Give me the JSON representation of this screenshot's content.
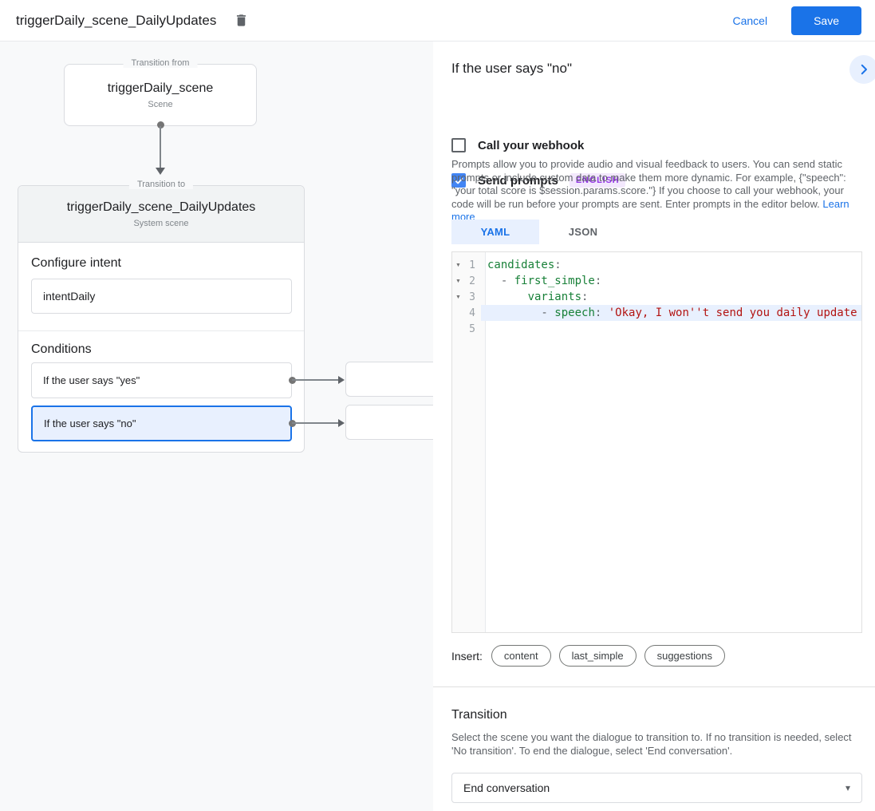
{
  "colors": {
    "accent": "#1a73e8",
    "checkbox_checked": "#4285f4",
    "selected_bg": "#e8f0fe",
    "badge_text": "#9334e6",
    "badge_bg": "#f3e8fd",
    "code_key": "#188038",
    "code_string": "#b31412"
  },
  "topbar": {
    "title": "triggerDaily_scene_DailyUpdates",
    "cancel_label": "Cancel",
    "save_label": "Save"
  },
  "canvas": {
    "from_node": {
      "legend": "Transition from",
      "title": "triggerDaily_scene",
      "subtitle": "Scene"
    },
    "to_node": {
      "legend": "Transition to",
      "title": "triggerDaily_scene_DailyUpdates",
      "subtitle": "System scene",
      "configure_intent_label": "Configure intent",
      "intent_value": "intentDaily",
      "conditions_label": "Conditions",
      "conditions": [
        {
          "label": "If the user says \"yes\""
        },
        {
          "label": "If the user says \"no\""
        }
      ]
    }
  },
  "detail": {
    "title": "If the user says \"no\"",
    "webhook": {
      "label": "Call your webhook",
      "checked": false
    },
    "prompts": {
      "label": "Send prompts",
      "checked": true,
      "language_badge": "ENGLISH",
      "description": "Prompts allow you to provide audio and visual feedback to users. You can send static prompts or include custom data to make them more dynamic. For example, {\"speech\": \"your total score is $session.params.score.\"} If you choose to call your webhook, your code will be run before your prompts are sent. Enter prompts in the editor below.",
      "learn_more": "Learn more"
    },
    "tabs": [
      {
        "label": "YAML",
        "active": true
      },
      {
        "label": "JSON",
        "active": false
      }
    ],
    "editor": {
      "lines": [
        {
          "num": "1",
          "fold": true,
          "highlight": false,
          "tokens": [
            [
              "key",
              "candidates"
            ],
            [
              "punc",
              ":"
            ]
          ]
        },
        {
          "num": "2",
          "fold": true,
          "highlight": false,
          "tokens": [
            [
              "punc",
              "  - "
            ],
            [
              "key",
              "first_simple"
            ],
            [
              "punc",
              ":"
            ]
          ]
        },
        {
          "num": "3",
          "fold": true,
          "highlight": false,
          "tokens": [
            [
              "punc",
              "      "
            ],
            [
              "key",
              "variants"
            ],
            [
              "punc",
              ":"
            ]
          ]
        },
        {
          "num": "4",
          "fold": false,
          "highlight": true,
          "tokens": [
            [
              "punc",
              "        - "
            ],
            [
              "key",
              "speech"
            ],
            [
              "punc",
              ": "
            ],
            [
              "str",
              "'Okay, I won''t send you daily update"
            ]
          ]
        },
        {
          "num": "5",
          "fold": false,
          "highlight": false,
          "tokens": []
        }
      ]
    },
    "insert": {
      "label": "Insert:",
      "chips": [
        "content",
        "last_simple",
        "suggestions"
      ]
    },
    "transition": {
      "heading": "Transition",
      "description": "Select the scene you want the dialogue to transition to. If no transition is needed, select 'No transition'. To end the dialogue, select 'End conversation'.",
      "select_value": "End conversation"
    }
  }
}
